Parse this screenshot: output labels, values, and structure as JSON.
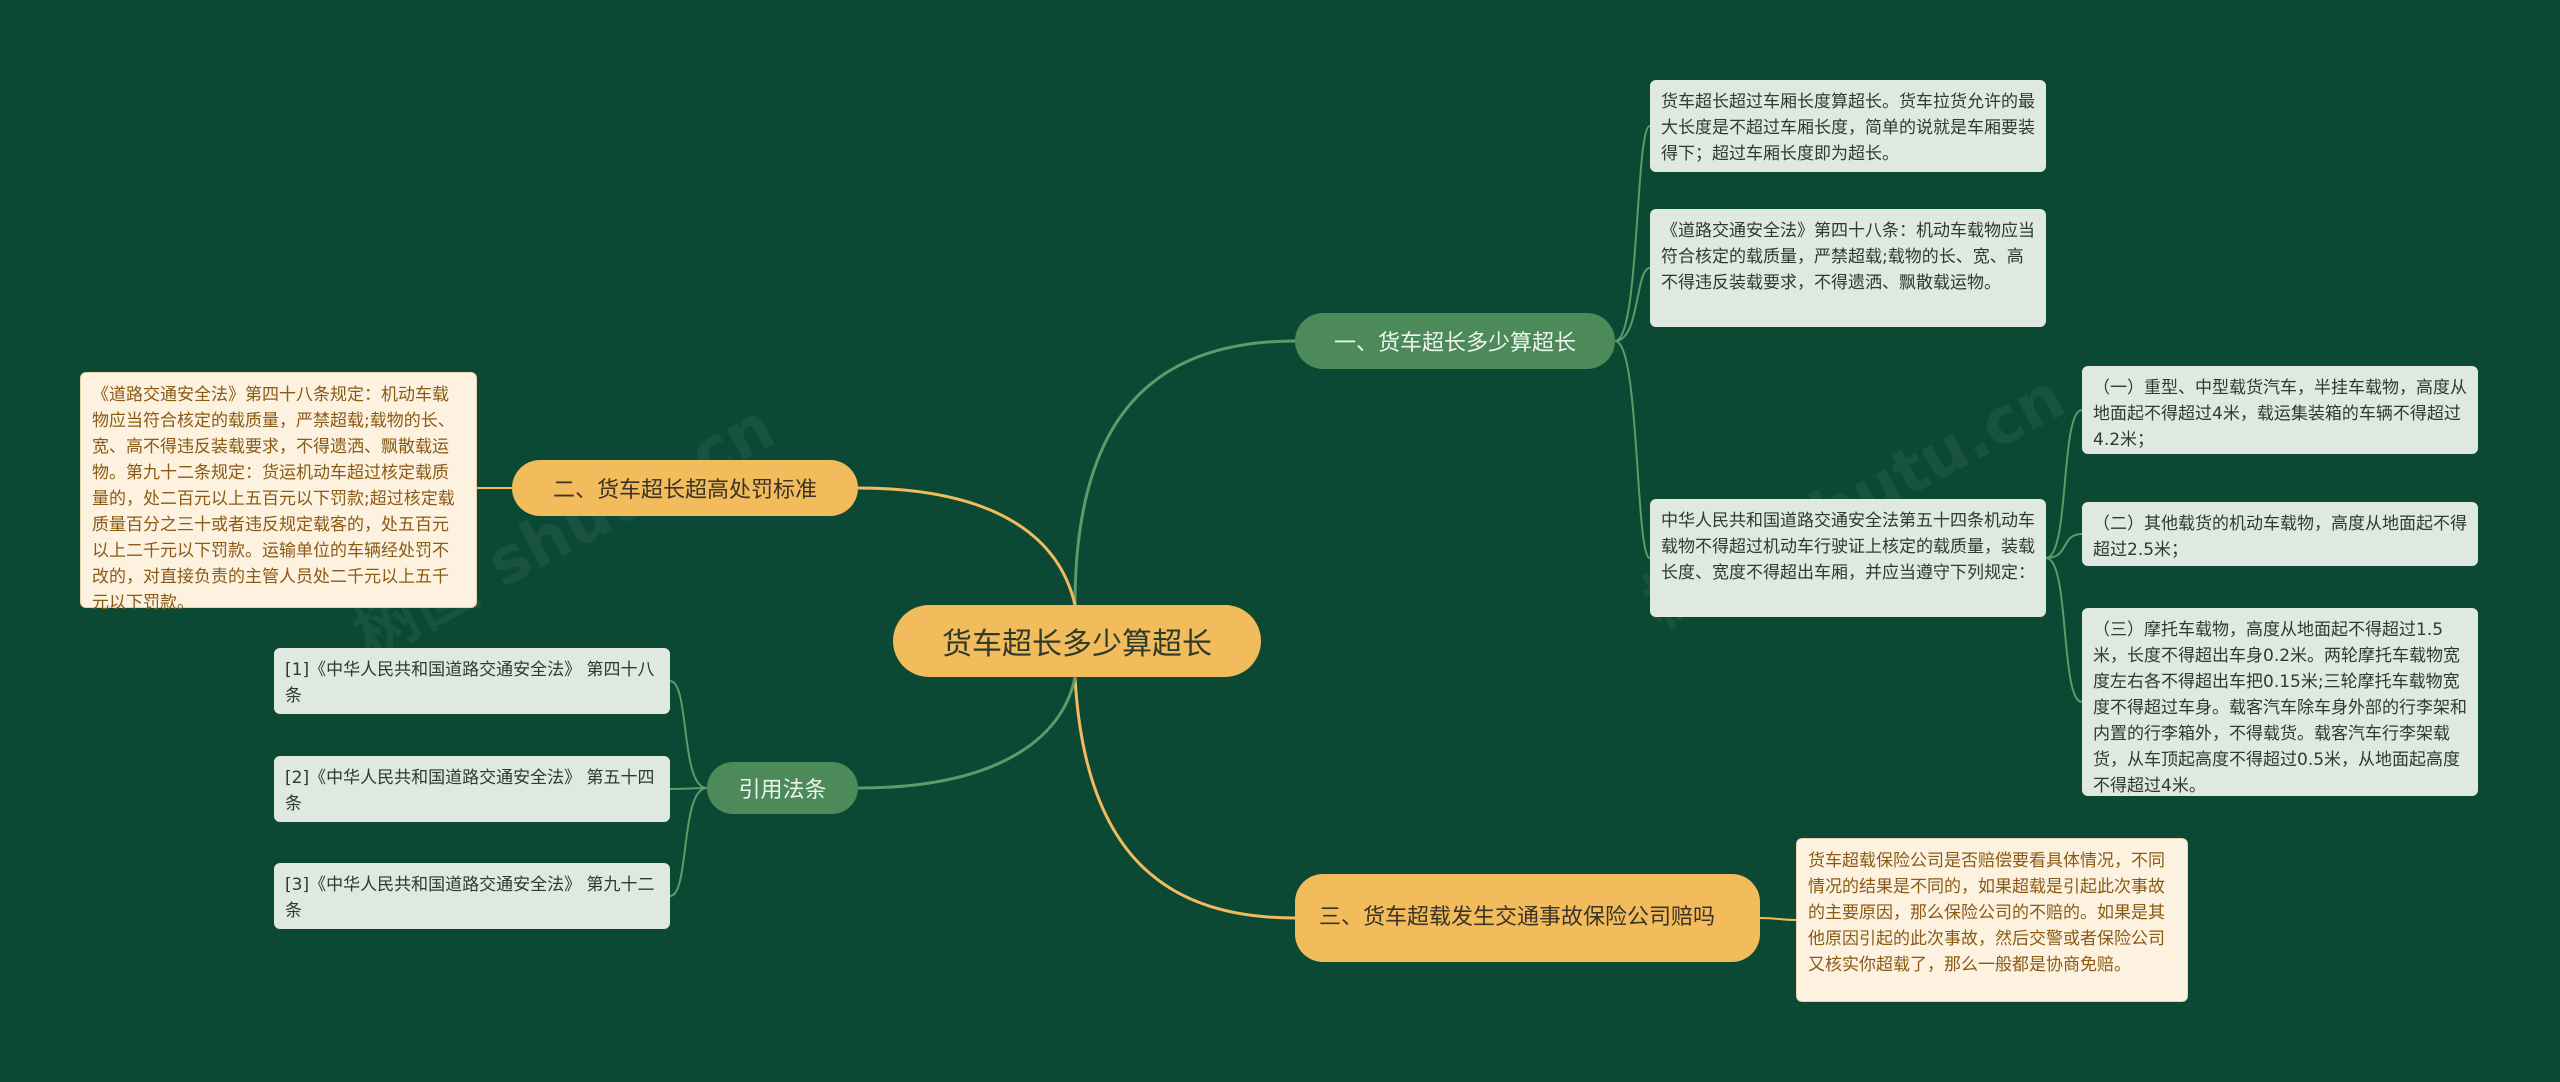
{
  "root": {
    "label": "货车超长多少算超长"
  },
  "branches": {
    "b1": {
      "label": "一、货车超长多少算超长"
    },
    "b2": {
      "label": "二、货车超长超高处罚标准"
    },
    "b3": {
      "label": "三、货车超载发生交通事故保险公司赔吗"
    },
    "b4": {
      "label": "引用法条"
    }
  },
  "b1_children": [
    "货车超长超过车厢长度算超长。货车拉货允许的最大长度是不超过车厢长度，简单的说就是车厢要装得下；超过车厢长度即为超长。",
    "《道路交通安全法》第四十八条：机动车载物应当符合核定的载质量，严禁超载;载物的长、宽、高不得违反装载要求，不得遗洒、飘散载运物。",
    "中华人民共和国道路交通安全法第五十四条机动车载物不得超过机动车行驶证上核定的载质量，装载长度、宽度不得超出车厢，并应当遵守下列规定："
  ],
  "b1_sub": [
    "（一）重型、中型载货汽车，半挂车载物，高度从地面起不得超过4米，载运集装箱的车辆不得超过4.2米；",
    "（二）其他载货的机动车载物，高度从地面起不得超过2.5米；",
    "（三）摩托车载物，高度从地面起不得超过1.5米，长度不得超出车身0.2米。两轮摩托车载物宽度左右各不得超出车把0.15米;三轮摩托车载物宽度不得超过车身。载客汽车除车身外部的行李架和内置的行李箱外，不得载货。载客汽车行李架载货，从车顶起高度不得超过0.5米，从地面起高度不得超过4米。"
  ],
  "b2_child": "《道路交通安全法》第四十八条规定：机动车载物应当符合核定的载质量，严禁超载;载物的长、宽、高不得违反装载要求，不得遗洒、飘散载运物。第九十二条规定：货运机动车超过核定载质量的，处二百元以上五百元以下罚款;超过核定载质量百分之三十或者违反规定载客的，处五百元以上二千元以下罚款。运输单位的车辆经处罚不改的，对直接负责的主管人员处二千元以上五千元以下罚款。",
  "b3_child": "货车超载保险公司是否赔偿要看具体情况，不同情况的结果是不同的，如果超载是引起此次事故的主要原因，那么保险公司的不赔的。如果是其他原因引起的此次事故，然后交警或者保险公司又核实你超载了，那么一般都是协商免赔。",
  "b4_children": [
    "[1]《中华人民共和国道路交通安全法》 第四十八条",
    "[2]《中华人民共和国道路交通安全法》 第五十四条",
    "[3]《中华人民共和国道路交通安全法》 第九十二条"
  ],
  "colors": {
    "background": "#0b4934",
    "root_fill": "#f2bb5c",
    "green_branch": "#4c8a59",
    "gold_branch": "#f2bb5c",
    "green_leaf": "#dfe9e0",
    "cream_leaf": "#fdf2e0",
    "green_connector": "#5f9a6a",
    "gold_connector": "#f2bb5c"
  }
}
